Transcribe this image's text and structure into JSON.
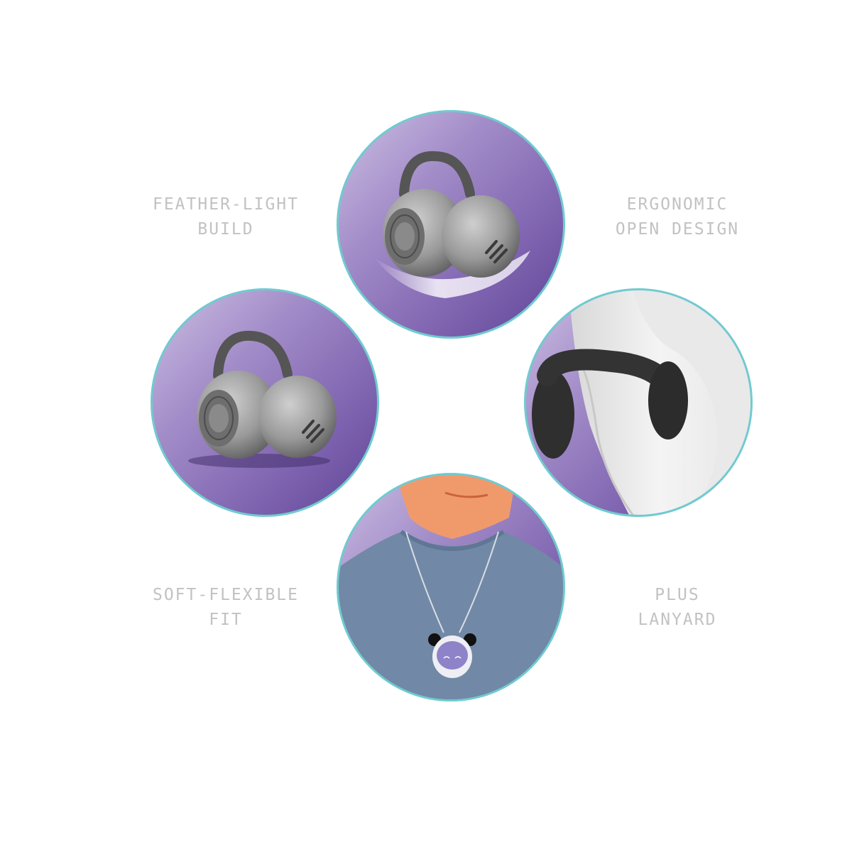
{
  "features": [
    {
      "id": "feather-light",
      "line1": "FEATHER-LIGHT",
      "line2": "BUILD",
      "image": "earbuds-on-feather"
    },
    {
      "id": "ergonomic",
      "line1": "ERGONOMIC",
      "line2": "OPEN DESIGN",
      "image": "earbud-worn-on-ear"
    },
    {
      "id": "soft-flexible",
      "line1": "SOFT-FLEXIBLE",
      "line2": "FIT",
      "image": "earbuds-pair"
    },
    {
      "id": "lanyard",
      "line1": "PLUS",
      "line2": "LANYARD",
      "image": "child-wearing-panda-case-lanyard"
    }
  ],
  "colors": {
    "ring": "#6fcbd0",
    "label": "#c2c2c2",
    "circle_light": "#cdbfe3",
    "circle_dark": "#5f4497",
    "earbud_gray": "#9a9a9a",
    "hook_dark": "#4a4a4a",
    "shirt": "#7189a6",
    "skin": "#f2956a"
  }
}
